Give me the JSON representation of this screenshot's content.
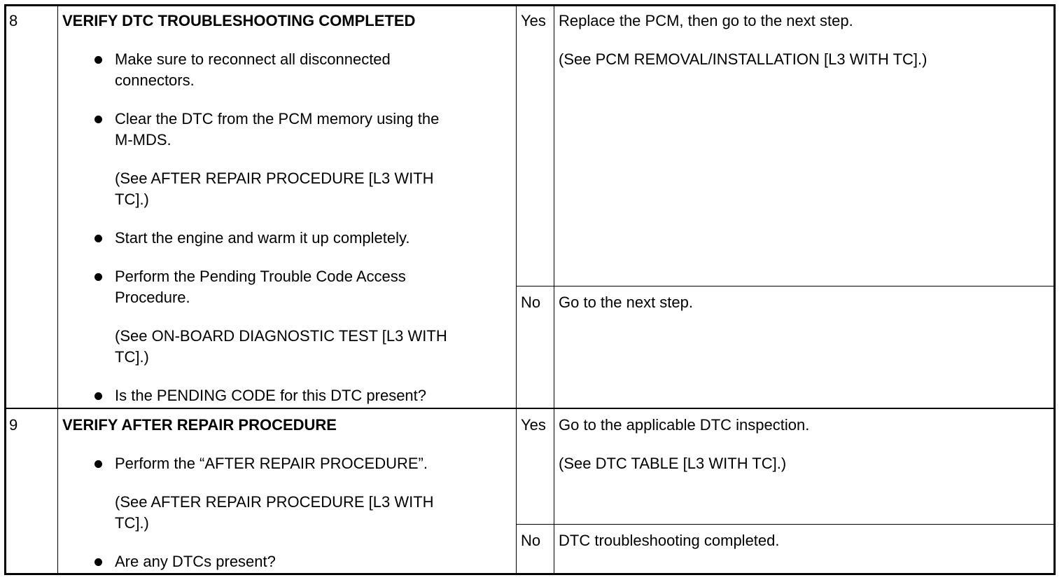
{
  "steps": [
    {
      "number": "8",
      "title": "VERIFY DTC TROUBLESHOOTING COMPLETED",
      "items": {
        "b1_l1": "Make sure to reconnect all disconnected",
        "b1_l2": "connectors.",
        "b2_l1": "Clear the DTC from the PCM memory using the",
        "b2_l2": "M-MDS.",
        "b2_ref_l1": "(See AFTER REPAIR PROCEDURE [L3 WITH",
        "b2_ref_l2": "TC].)",
        "b3_l1": "Start the engine and warm it up completely.",
        "b4_l1": "Perform the Pending Trouble Code Access",
        "b4_l2": "Procedure.",
        "b4_ref_l1": "(See ON-BOARD DIAGNOSTIC TEST [L3 WITH",
        "b4_ref_l2": "TC].)",
        "b5_l1": "Is the PENDING CODE for this DTC present?"
      },
      "yes_label": "Yes",
      "yes_action": "Replace the PCM, then go to the next step.",
      "yes_ref": "(See PCM REMOVAL/INSTALLATION [L3 WITH TC].)",
      "no_label": "No",
      "no_action": "Go to the next step."
    },
    {
      "number": "9",
      "title": "VERIFY AFTER REPAIR PROCEDURE",
      "items": {
        "b1_l1": "Perform the “AFTER REPAIR PROCEDURE”.",
        "b1_ref_l1": "(See AFTER REPAIR PROCEDURE [L3 WITH",
        "b1_ref_l2": "TC].)",
        "b2_l1": "Are any DTCs present?"
      },
      "yes_label": "Yes",
      "yes_action": "Go to the applicable DTC inspection.",
      "yes_ref": "(See DTC TABLE [L3 WITH TC].)",
      "no_label": "No",
      "no_action": "DTC troubleshooting completed."
    }
  ]
}
